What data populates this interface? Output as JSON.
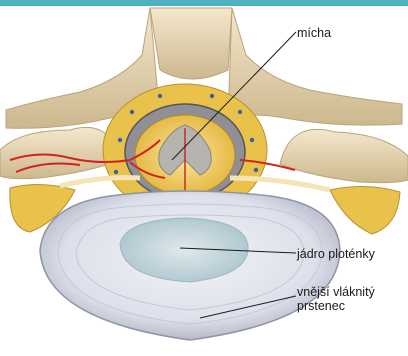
{
  "labels": {
    "spinal_cord": "mícha",
    "nucleus": "jádro ploténky",
    "annulus_line1": "vnější vláknitý",
    "annulus_line2": "prstenec"
  },
  "colors": {
    "top_band": "#4fb3bf",
    "bone": "#ecdcb8",
    "fat": "#e9c24c",
    "cord": "#f2cf5a",
    "vessel": "#d2231d",
    "disc_outer": "#dcdfea",
    "disc_inner": "#b9cfd6"
  }
}
